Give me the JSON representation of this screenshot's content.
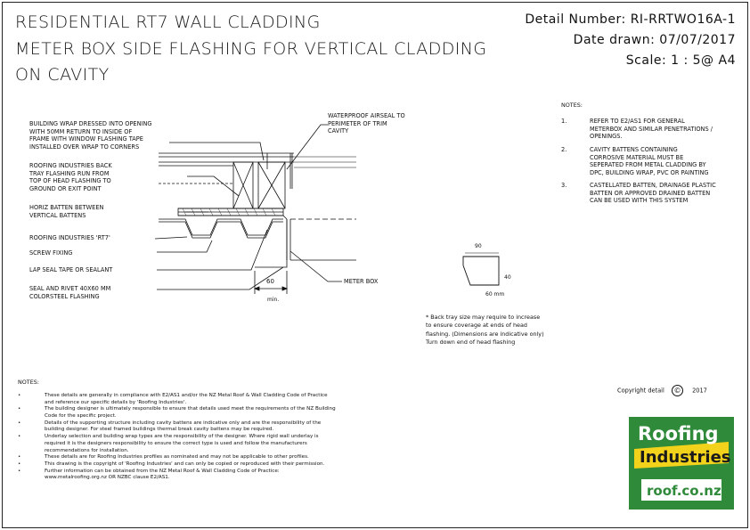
{
  "title": {
    "line1": "RESIDENTIAL RT7 WALL CLADDING",
    "line2": "METER BOX SIDE FLASHING FOR VERTICAL CLADDING",
    "line3": "ON CAVITY"
  },
  "meta": {
    "detail_number": "Detail Number:  RI-RRTWO16A-1",
    "date_drawn": "Date drawn:  07/07/2017",
    "scale": "Scale:    1 : 5@ A4"
  },
  "labels": {
    "building_wrap": [
      "BUILDING WRAP DRESSED INTO OPENING",
      "WITH 50mm RETURN TO INSIDE OF",
      "FRAME WITH WINDOW FLASHING TAPE",
      "INSTALLED OVER WRAP TO CORNERS"
    ],
    "back_tray": [
      "ROOFING INDUSTRIES BACK",
      "TRAY FLASHING RUN FROM",
      "TOP OF HEAD FLASHING TO",
      "GROUND OR EXIT POINT"
    ],
    "horiz_batten": [
      "HORIZ BATTEN BETWEEN",
      "VERTICAL BATTENS"
    ],
    "rt7": "ROOFING INDUSTRIES 'RT7'",
    "screw": "SCREW FIXING",
    "lap_seal": "LAP SEAL TAPE OR SEALANT",
    "seal_rivet": [
      "SEAL AND RIVET 40x60 mm",
      "COLORSTEEL FLASHING"
    ],
    "air_seal": [
      "WATERPROOF AIRSEAL TO",
      "PERIMETER OF TRIM",
      "CAVITY"
    ],
    "meter_box": "METER BOX",
    "dim_60": "60",
    "dim_min": "min.",
    "flash_90": "90",
    "flash_40": "40",
    "flash_60": "60 mm"
  },
  "back_tray_note": [
    "* Back tray size may require to increase",
    "to ensure coverage at ends of head",
    "flashing.  (Dimensions are indicative only)",
    "Turn down end of head flashing"
  ],
  "notes": {
    "heading": "NOTES:",
    "items": [
      {
        "num": "1.",
        "text": [
          "REFER TO E2/AS1 FOR GENERAL",
          "METERBOX AND SIMILAR PENETRATIONS /",
          "OPENINGS."
        ]
      },
      {
        "num": "2.",
        "text": [
          "CAVITY BATTENS CONTAINING",
          "CORROSIVE MATERIAL MUST BE",
          "SEPERATED FROM METAL CLADDING BY",
          "DPC, BUILDING WRAP, PVC OR PAINTING"
        ]
      },
      {
        "num": "3.",
        "text": [
          "CASTELLATED BATTEN, DRAINAGE PLASTIC",
          "BATTEN OR APPROVED DRAINED BATTEN",
          "CAN BE USED WITH THIS SYSTEM"
        ]
      }
    ]
  },
  "footer_notes": {
    "heading": "NOTES:",
    "lines": [
      {
        "bullet": true,
        "text": "These details are generally in compliance with E2/AS1 and/or the NZ Metal Roof & Wall Cladding Code of Practice"
      },
      {
        "bullet": false,
        "text": "and reference our specific details by 'Roofing Industries'."
      },
      {
        "bullet": true,
        "text": "The building designer is ultimately responsible to ensure that details used meet the requirements of the NZ Building"
      },
      {
        "bullet": false,
        "text": "Code for the specific project."
      },
      {
        "bullet": true,
        "text": "Details of the supporting structure including cavity battens are indicative only and are the responsibility of the"
      },
      {
        "bullet": false,
        "text": "building designer.  For steel framed buildings thermal break cavity battens may be required."
      },
      {
        "bullet": true,
        "text": "Underlay selection and building wrap types are the responsibility of the designer.  Where rigid wall underlay is"
      },
      {
        "bullet": false,
        "text": "required it is the designers responsibility to ensure the correct type is used and follow the manufacturers"
      },
      {
        "bullet": false,
        "text": "recommendations for installation."
      },
      {
        "bullet": true,
        "text": "These details are for Roofing Industries profiles as nominated and may not be applicable to other profiles."
      },
      {
        "bullet": true,
        "text": "This drawing is the copyright of 'Roofing Industries' and can only be copied or reproduced with their permission."
      },
      {
        "bullet": true,
        "text": "Further information can be obtained from the NZ Metal Roof & Wall Cladding Code of Practice:"
      },
      {
        "bullet": false,
        "text": "www.metalroofing.org.nz OR NZBC clause E2/AS1."
      }
    ]
  },
  "copyright": {
    "text": "Copyright detail",
    "symbol": "©",
    "year": "2017"
  },
  "logo": {
    "line1": "Roofing",
    "line2": "Industries",
    "url": "roof.co.nz",
    "green": "#2f8a3a",
    "yellow": "#f2d21a",
    "dark": "#1a1a1a"
  }
}
